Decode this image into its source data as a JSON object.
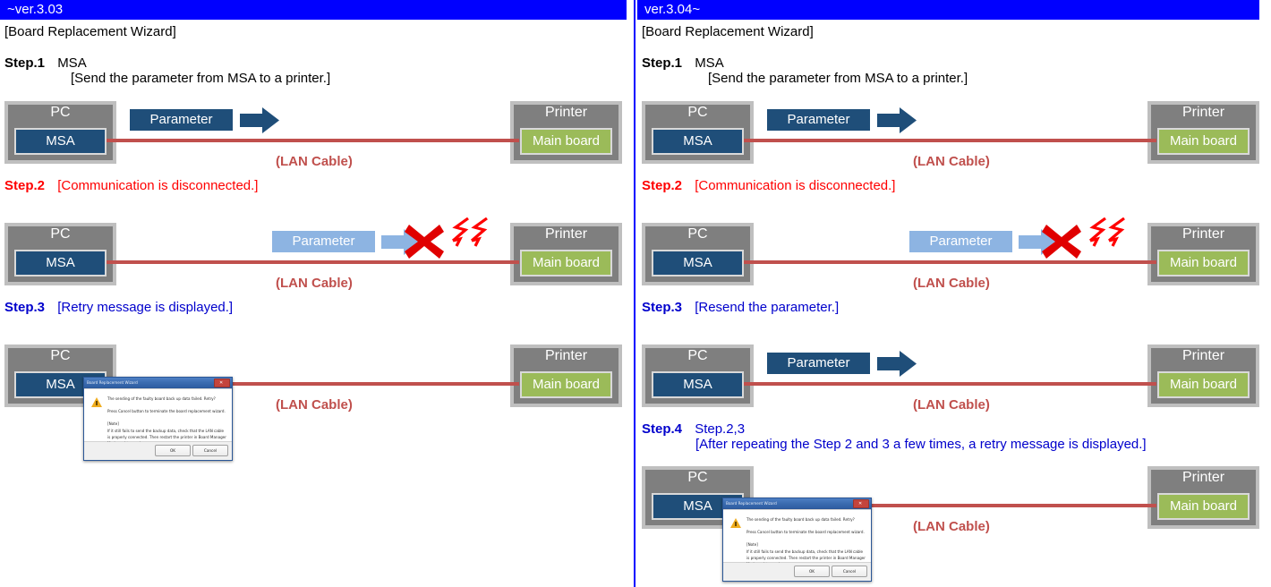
{
  "panels": [
    {
      "version": "~ver.3.03",
      "wizard_title": "[Board Replacement Wizard]",
      "steps": [
        {
          "label": "Step.1",
          "text": "MSA",
          "sub": "[Send the parameter from MSA to a printer.]",
          "color": "black"
        },
        {
          "label": "Step.2",
          "text": "[Communication is disconnected.]",
          "color": "red"
        },
        {
          "label": "Step.3",
          "text": "[Retry message is displayed.]",
          "color": "blue"
        }
      ],
      "rows": [
        {
          "pc_caption": "PC",
          "pc_inner": "MSA",
          "printer_caption": "Printer",
          "printer_inner": "Main board",
          "cable_label": "(LAN Cable)",
          "param_label": "Parameter"
        },
        {
          "pc_caption": "PC",
          "pc_inner": "MSA",
          "printer_caption": "Printer",
          "printer_inner": "Main board",
          "cable_label": "(LAN Cable)",
          "param_label": "Parameter"
        },
        {
          "pc_caption": "PC",
          "pc_inner": "MSA",
          "printer_caption": "Printer",
          "printer_inner": "Main board",
          "cable_label": "(LAN Cable)",
          "param_label": ""
        }
      ]
    },
    {
      "version": "ver.3.04~",
      "wizard_title": "[Board Replacement Wizard]",
      "steps": [
        {
          "label": "Step.1",
          "text": "MSA",
          "sub": "[Send the parameter from MSA to a printer.]",
          "color": "black"
        },
        {
          "label": "Step.2",
          "text": "[Communication is disconnected.]",
          "color": "red"
        },
        {
          "label": "Step.3",
          "text": "[Resend the parameter.]",
          "color": "blue"
        },
        {
          "label": "Step.4",
          "text": "Step.2,3",
          "sub": "[After repeating the Step 2 and 3 a few times, a retry message is displayed.]",
          "color": "blue"
        }
      ],
      "rows": [
        {
          "pc_caption": "PC",
          "pc_inner": "MSA",
          "printer_caption": "Printer",
          "printer_inner": "Main board",
          "cable_label": "(LAN Cable)",
          "param_label": "Parameter"
        },
        {
          "pc_caption": "PC",
          "pc_inner": "MSA",
          "printer_caption": "Printer",
          "printer_inner": "Main board",
          "cable_label": "(LAN Cable)",
          "param_label": "Parameter"
        },
        {
          "pc_caption": "PC",
          "pc_inner": "MSA",
          "printer_caption": "Printer",
          "printer_inner": "Main board",
          "cable_label": "(LAN Cable)",
          "param_label": "Parameter"
        },
        {
          "pc_caption": "PC",
          "pc_inner": "MSA",
          "printer_caption": "Printer",
          "printer_inner": "Main board",
          "cable_label": "(LAN Cable)",
          "param_label": ""
        }
      ]
    }
  ],
  "dialog": {
    "title": "Board Replacement Wizard",
    "close_glyph": "✕",
    "message_1": "The sending of the faulty board back up data failed. Retry?",
    "message_2": "Press Cancel button to terminate the board replacement wizard.",
    "note_heading": "[Note]",
    "note_body": "If it still fails to send the backup data, check that the LAN cable is properly connected. Then restart the printer in Board Manager Mode and try again.",
    "ok_label": "OK",
    "cancel_label": "Cancel"
  },
  "colors": {
    "header_blue": "#0000ff",
    "step_red": "#ff0000",
    "step_blue": "#0000cc",
    "cable_red": "#c0504d",
    "param_dark": "#1f4e79",
    "param_light": "#8db4e2",
    "device_gray": "#7f7f7f",
    "device_frame": "#bfbfbf",
    "mainboard_green": "#9bbb59",
    "x_red": "#e00000"
  }
}
